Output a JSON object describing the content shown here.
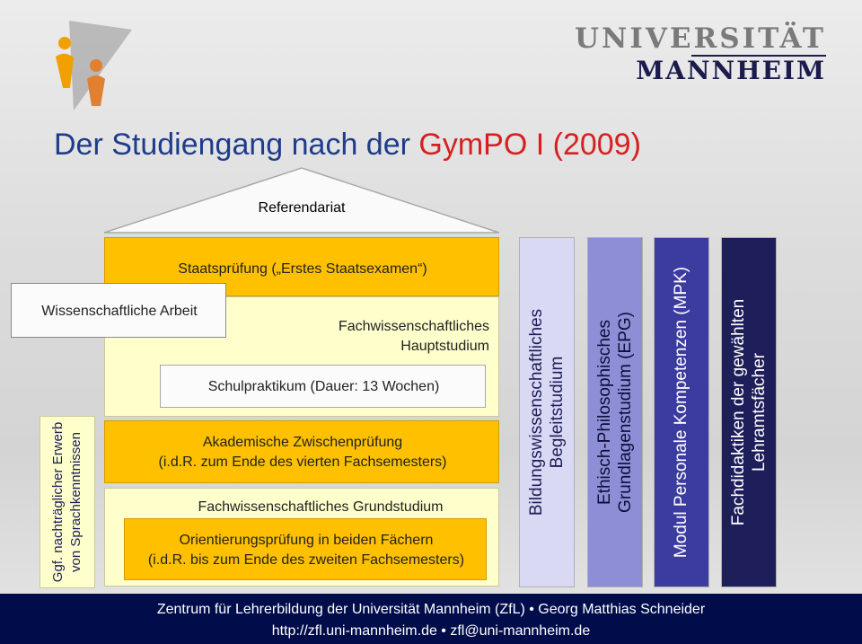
{
  "header": {
    "university_line1": "UNIVERSITÄT",
    "university_line2": "MANNHEIM",
    "title_part1": "Der Studiengang nach der ",
    "title_part2": "GymPO I (2009)"
  },
  "diagram": {
    "referendariat": "Referendariat",
    "staatspruefung": "Staatsprüfung („Erstes Staatsexamen“)",
    "wissenschaftliche_arbeit": "Wissenschaftliche Arbeit",
    "hauptstudium_line1": "Fachwissenschaftliches",
    "hauptstudium_line2": "Hauptstudium",
    "schulpraktikum": "Schulpraktikum (Dauer: 13 Wochen)",
    "zwischenpruefung_line1": "Akademische Zwischenprüfung",
    "zwischenpruefung_line2": "(i.d.R. zum Ende des vierten Fachsemesters)",
    "grundstudium": "Fachwissenschaftliches Grundstudium",
    "orientierung_line1": "Orientierungsprüfung in beiden Fächern",
    "orientierung_line2": "(i.d.R. bis zum Ende des zweiten Fachsemesters)",
    "sprachkenntnisse_line1": "Ggf. nachträglicher Erwerb",
    "sprachkenntnisse_line2": "von Sprachkenntnissen",
    "bildung_line1": "Bildungswissenschaftliches",
    "bildung_line2": "Begleitstudium",
    "epg_line1": "Ethisch-Philosophisches",
    "epg_line2": "Grundlagenstudium (EPG)",
    "mpk": "Modul Personale Kompetenzen (MPK)",
    "fachdidaktik_line1": "Fachdidaktiken der gewählten",
    "fachdidaktik_line2": "Lehramtsfächer"
  },
  "footer": {
    "line1": "Zentrum für Lehrerbildung der Universität Mannheim (ZfL) • Georg Matthias Schneider",
    "line2": "http://zfl.uni-mannheim.de • zfl@uni-mannheim.de"
  },
  "colors": {
    "orange": "#ffc000",
    "cream": "#ffffcc",
    "bildung": "#d9d9f3",
    "epg": "#8e8ed6",
    "mpk": "#3c3ca0",
    "fachdidaktik": "#1e1e5a",
    "footer": "#000d4a",
    "title_blue": "#1f3c8c",
    "title_red": "#d62020"
  }
}
